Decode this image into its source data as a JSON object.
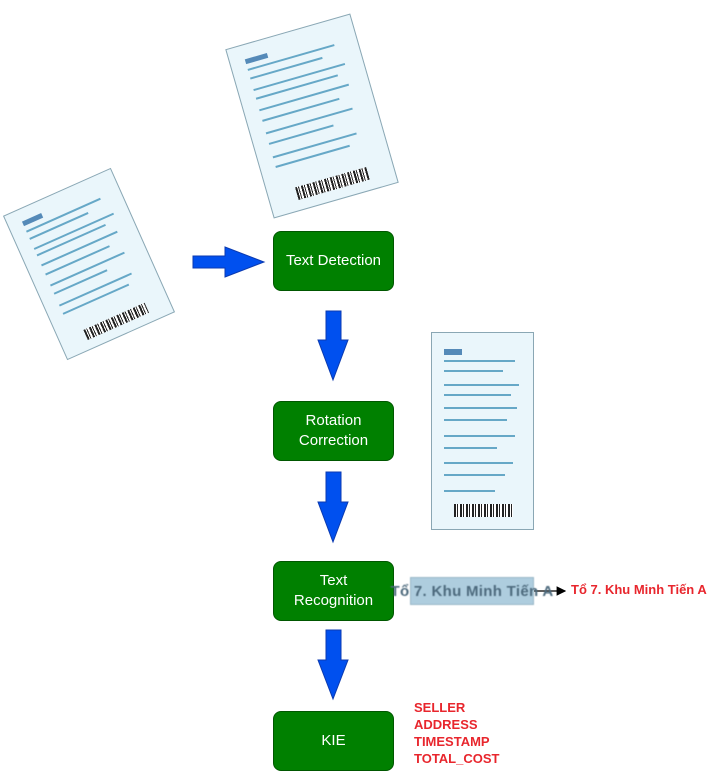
{
  "stages": {
    "text_detection": "Text Detection",
    "rotation_correction_line1": "Rotation",
    "rotation_correction_line2": "Correction",
    "text_recognition_line1": "Text",
    "text_recognition_line2": "Recognition",
    "kie": "KIE"
  },
  "recognition": {
    "crop_text": "Tổ 7. Khu Minh Tiến A",
    "output_text": "Tổ 7. Khu Minh Tiến A"
  },
  "kie_labels": [
    "SELLER",
    "ADDRESS",
    "TIMESTAMP",
    "TOTAL_COST"
  ],
  "colors": {
    "stage_fill": "#008000",
    "arrow_fill": "#0050ef",
    "label_red": "#e8262d"
  }
}
